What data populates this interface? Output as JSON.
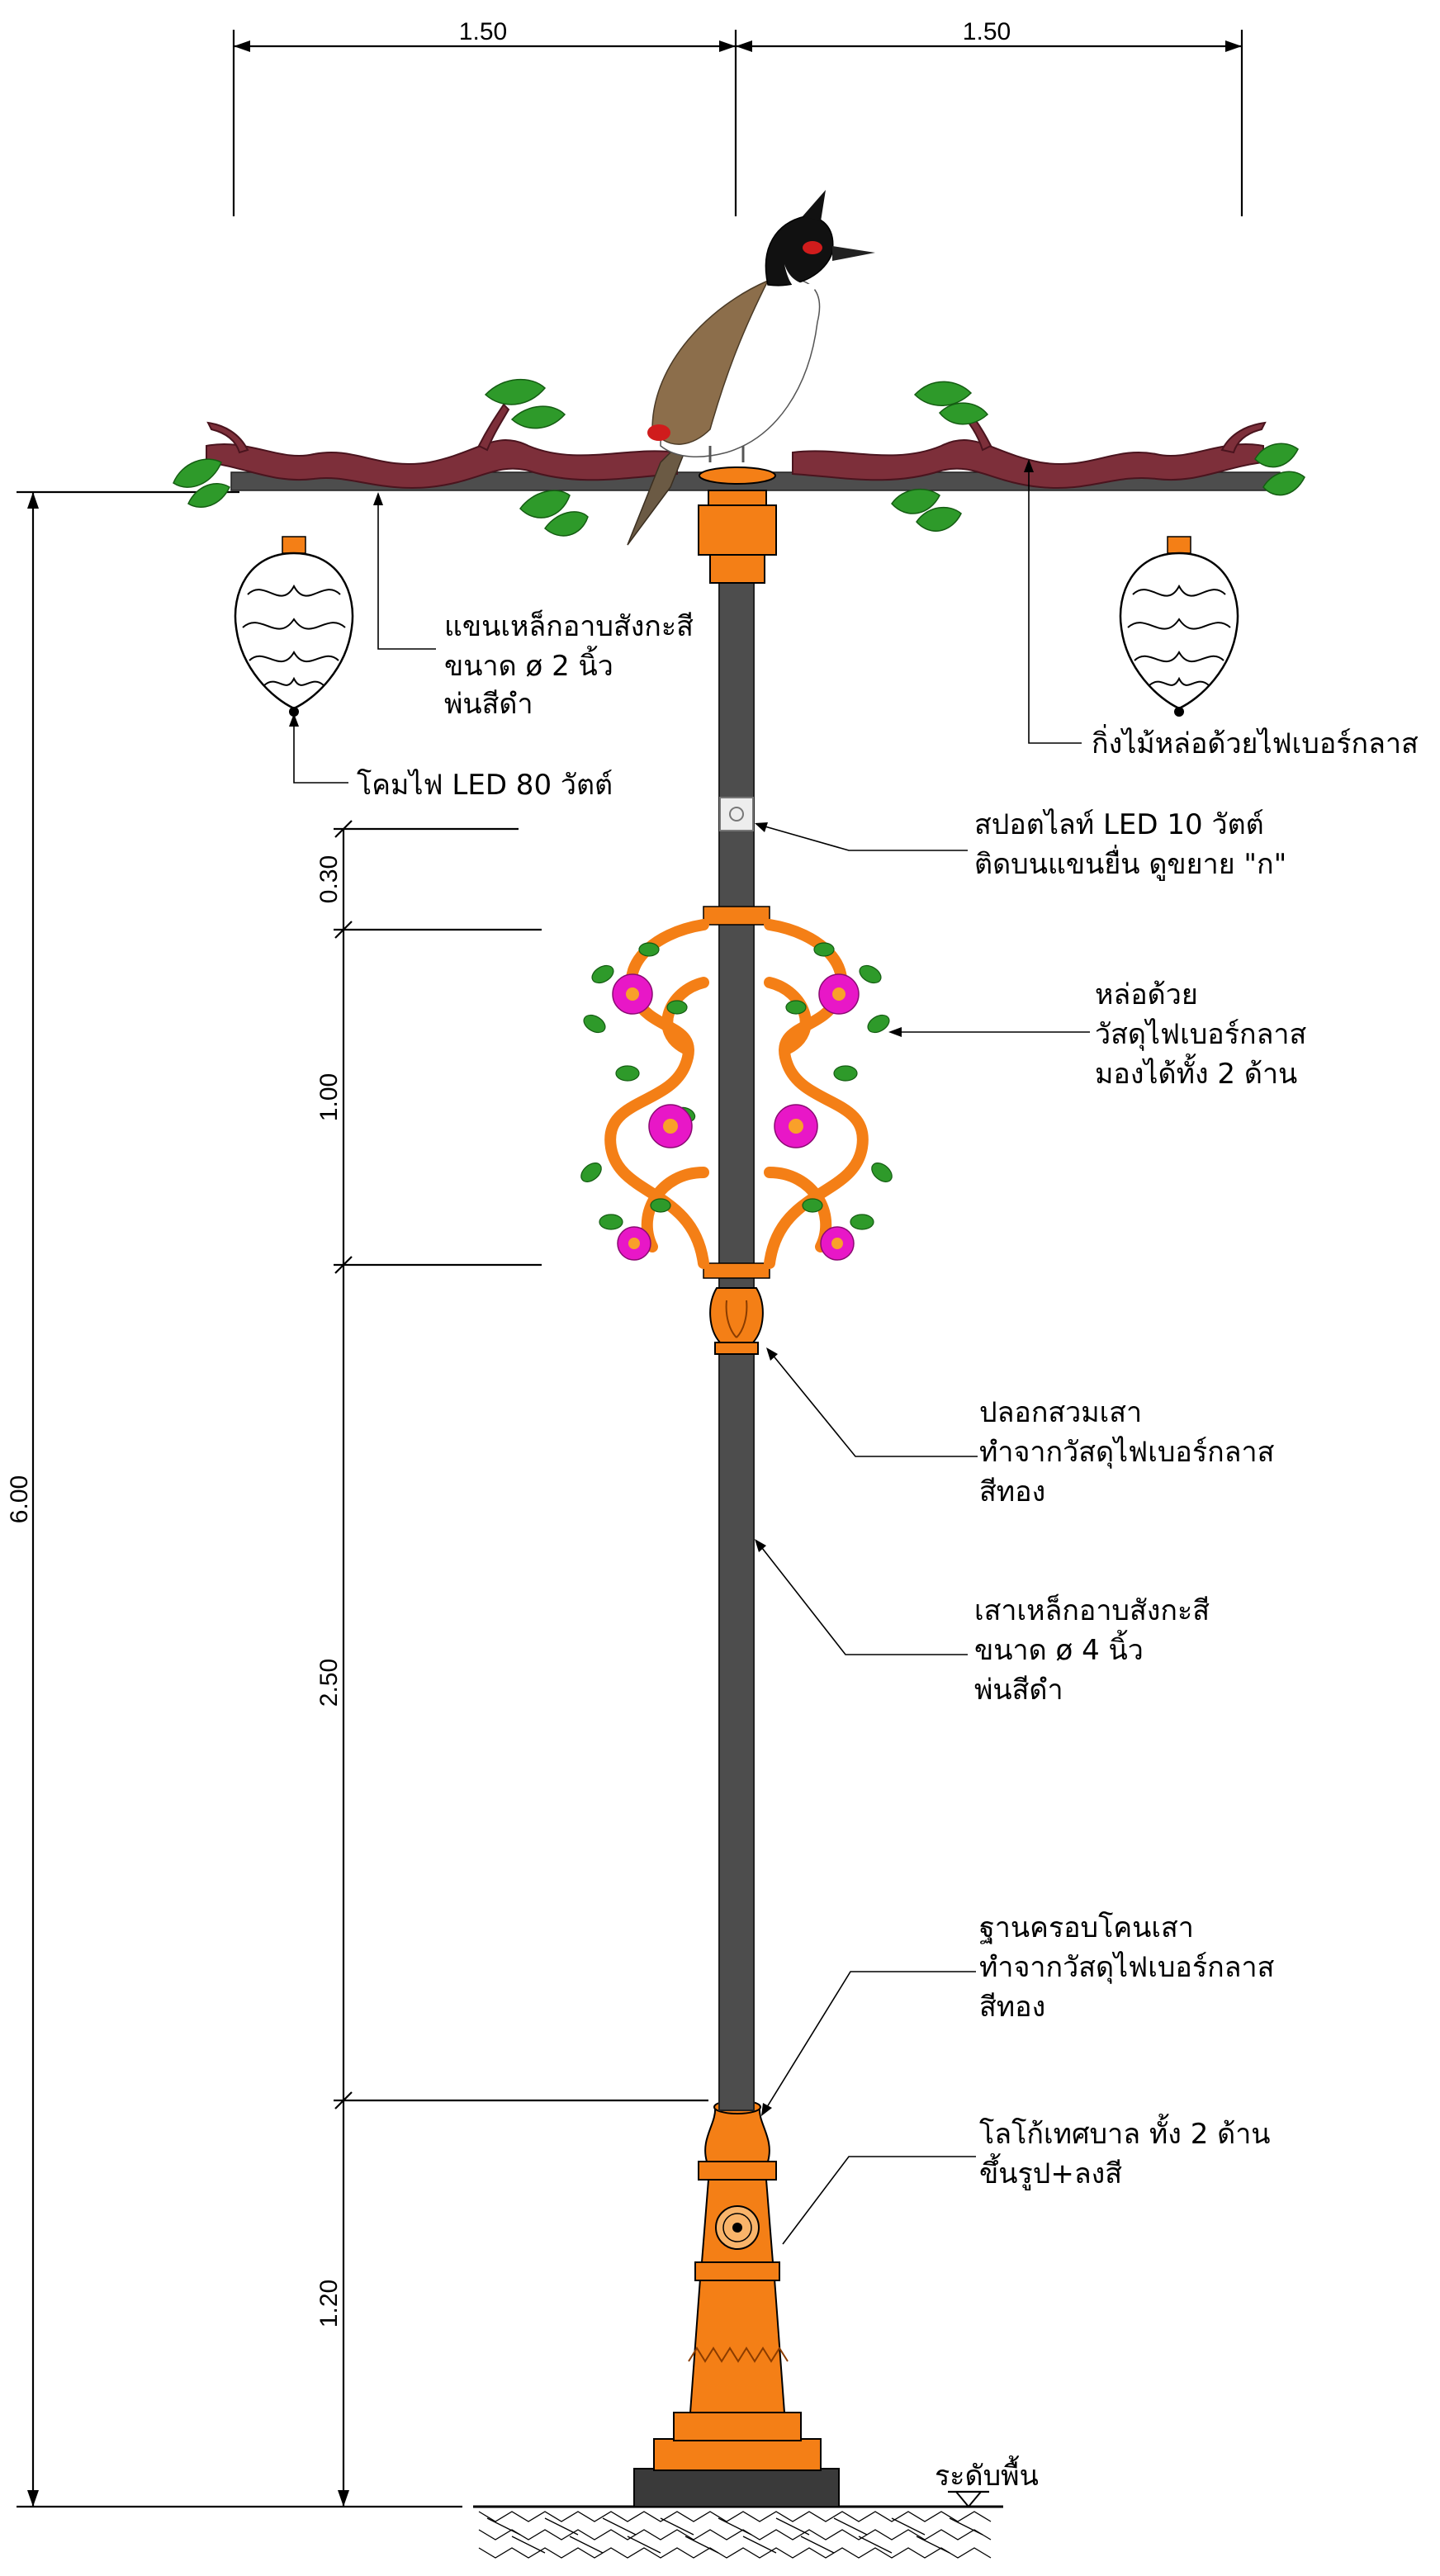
{
  "dimensions": {
    "arm_left": "1.50",
    "arm_right": "1.50",
    "total_height": "6.00",
    "spot_offset": "0.30",
    "panel_height": "1.00",
    "pole_mid": "2.50",
    "base_height": "1.20"
  },
  "callouts": {
    "arm_steel": [
      "แขนเหล็กอาบสังกะสี",
      "ขนาด ø 2 นิ้ว",
      "พ่นสีดำ"
    ],
    "branch": [
      "กิ่งไม้หล่อด้วยไฟเบอร์กลาส"
    ],
    "lamp": [
      "โคมไฟ LED 80 วัตต์"
    ],
    "spotlight": [
      "สปอตไลท์ LED 10 วัตต์",
      "ติดบนแขนยื่น ดูขยาย \"ก\""
    ],
    "panel": [
      "หล่อด้วย",
      "วัสดุไฟเบอร์กลาส",
      "มองได้ทั้ง 2 ด้าน"
    ],
    "sleeve": [
      "ปลอกสวมเสา",
      "ทำจากวัสดุไฟเบอร์กลาส",
      "สีทอง"
    ],
    "pole": [
      "เสาเหล็กอาบสังกะสี",
      "ขนาด ø 4 นิ้ว",
      "พ่นสีดำ"
    ],
    "base_cover": [
      "ฐานครอบโคนเสา",
      "ทำจากวัสดุไฟเบอร์กลาส",
      "สีทอง"
    ],
    "logo": [
      "โลโก้เทศบาล ทั้ง 2 ด้าน",
      "ขึ้นรูป+ลงสี"
    ],
    "ground": [
      "ระดับพื้น"
    ]
  },
  "colors": {
    "pole": "#4d4d4d",
    "orange": "#f47f16",
    "branch": "#7d2f3a",
    "leaf": "#2e9a2a",
    "flower": "#e817c7"
  }
}
